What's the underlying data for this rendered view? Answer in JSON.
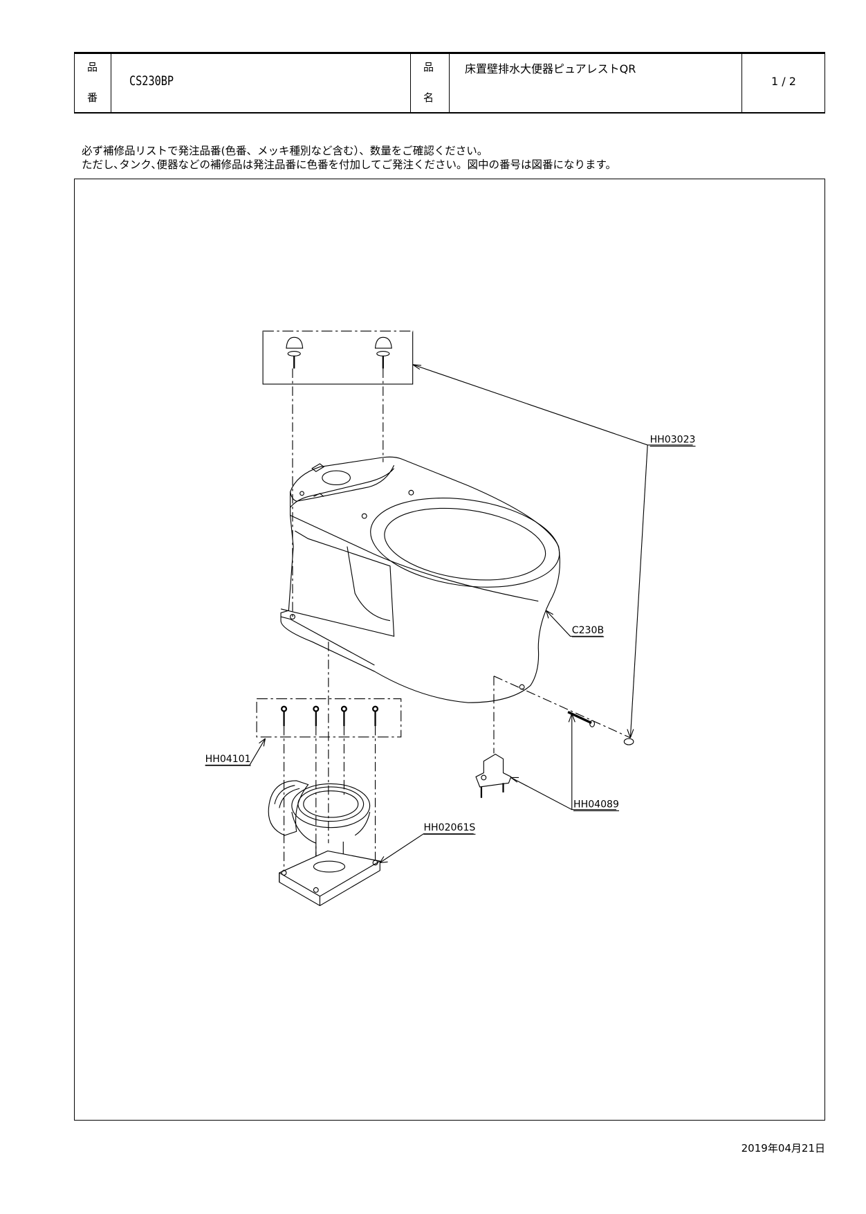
{
  "header": {
    "part_number_label_top": "品",
    "part_number_label_bottom": "番",
    "part_number": "CS230BP",
    "product_name_label_top": "品",
    "product_name_label_bottom": "名",
    "product_name": "床置壁排水大便器ピュアレストQR",
    "page": "1 / 2"
  },
  "notes": [
    "必ず補修品リストで発注品番(色番、メッキ種別など含む）、数量をご確認ください。",
    "ただし､タンク､便器などの補修品は発注品番に色番を付加してご発注ください。図中の番号は図番になります。"
  ],
  "diagram": {
    "parts": [
      "HH03023",
      "C230B",
      "HH04101",
      "HH02061S",
      "HH04089"
    ]
  },
  "footer": {
    "date": "2019年04月21日"
  }
}
